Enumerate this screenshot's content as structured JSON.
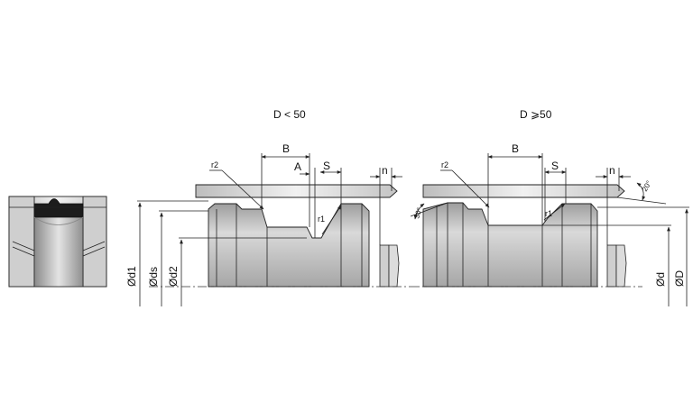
{
  "titles": {
    "left": "D < 50",
    "right": "D ⩾50"
  },
  "left_labels": {
    "B": "B",
    "A": "A",
    "S": "S",
    "n": "n",
    "r1": "r1",
    "r2": "r2"
  },
  "right_labels": {
    "B": "B",
    "S": "S",
    "n": "n",
    "r1": "r1",
    "r2": "r2",
    "angle_left": "30°",
    "angle_right": "20°"
  },
  "diameters_left": {
    "d1": "Ød1",
    "ds": "Øds",
    "d2": "Ød2"
  },
  "diameters_right": {
    "d": "Ød",
    "D": "ØD"
  },
  "colors": {
    "gray_light": "#e2e2e2",
    "gray_mid": "#b9b9b9",
    "gray_dark": "#8d8d8d",
    "seal_black": "#1c1c1c"
  }
}
